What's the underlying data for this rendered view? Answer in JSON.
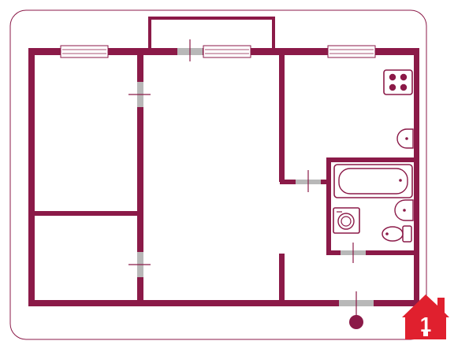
{
  "floor_plan": {
    "colors": {
      "wall": "#8b1a48",
      "outline": "#8b1a48",
      "door_gap": "#b8b8b8",
      "logo_bg": "#e0202e",
      "logo_fg": "#ffffff"
    },
    "rooms": [
      "bedroom",
      "small-room",
      "living-room",
      "kitchen",
      "bathroom"
    ],
    "fixtures": [
      "stove",
      "kitchen-sink",
      "bathtub",
      "washbasin",
      "washing-machine",
      "toilet"
    ],
    "logo": {
      "text": "1",
      "icon": "house-key-icon"
    }
  }
}
